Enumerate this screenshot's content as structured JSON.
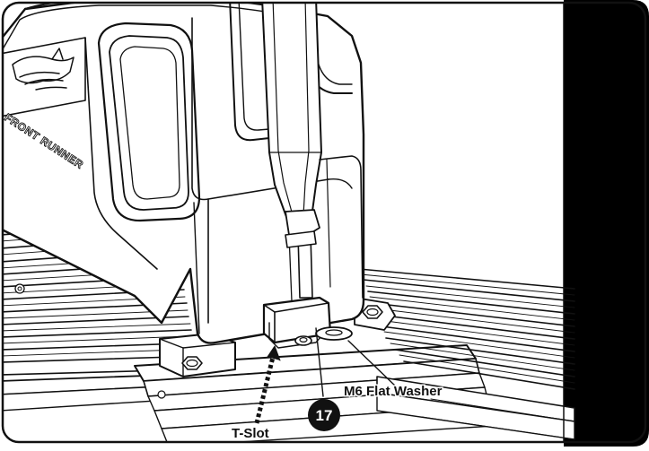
{
  "brand": {
    "text": "FRONT RUNNER",
    "logo_icon": "rhino-logo-icon"
  },
  "callouts": {
    "t_slot": "T-Slot",
    "washer": "M6 Flat Washer",
    "step_number": "17"
  },
  "colors": {
    "line": "#111111",
    "fill": "#ffffff",
    "side_tab": "#000000",
    "badge": "#111111",
    "badge_text": "#ffffff"
  }
}
